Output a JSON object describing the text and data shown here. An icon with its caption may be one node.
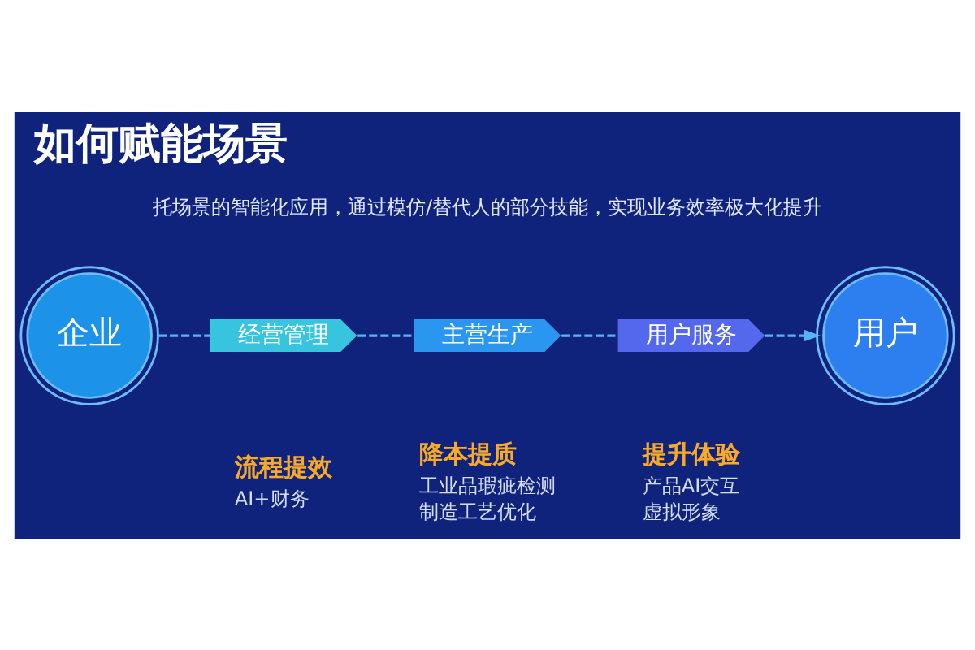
{
  "diagram": {
    "title": "如何赋能场景",
    "nodes": [
      {
        "text": [
          "企业"
        ]
      },
      {
        "text": [
          "经营管理"
        ],
        "beside": [
          "流程提效",
          "AI+财务"
        ]
      },
      {
        "text": [
          "主营生产"
        ],
        "beside": [
          "降本提质",
          "工业品瑕疵检测",
          "制造工艺优化"
        ]
      },
      {
        "text": [
          "用户服务"
        ],
        "beside": [
          "提升体验",
          "产品AI交互",
          "虚拟形象"
        ]
      },
      {
        "text": [
          "用户"
        ]
      }
    ],
    "edges": [
      {
        "from": 0,
        "to": 1,
        "arrow": "none",
        "style": "dashed"
      },
      {
        "from": 1,
        "to": 2,
        "arrow": "none",
        "style": "dashed"
      },
      {
        "from": 2,
        "to": 3,
        "arrow": "none",
        "style": "dashed"
      },
      {
        "from": 3,
        "to": 4,
        "arrow": "to",
        "style": "dashed"
      }
    ],
    "labels": [
      "托场景的智能化应用，通过模仿/替代人的部分技能，实现业务效率极大化提升"
    ]
  }
}
